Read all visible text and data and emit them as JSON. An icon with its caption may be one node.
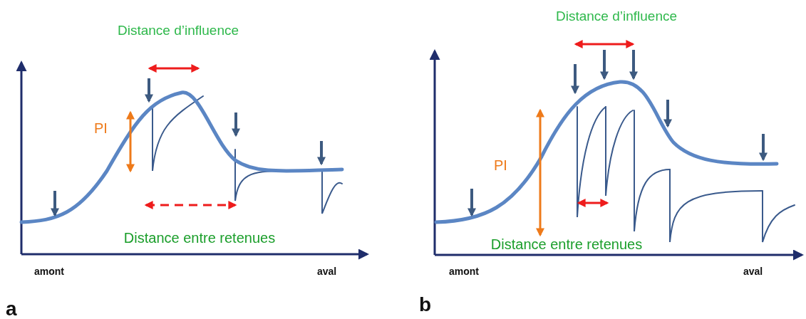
{
  "diagram": {
    "labels": [
      "Distance d’influence",
      "PI",
      "Distance entre retenues",
      "amont",
      "aval",
      "a",
      "Distance d’influence",
      "PI",
      "Distance entre retenues",
      "amont",
      "aval",
      "b"
    ]
  }
}
